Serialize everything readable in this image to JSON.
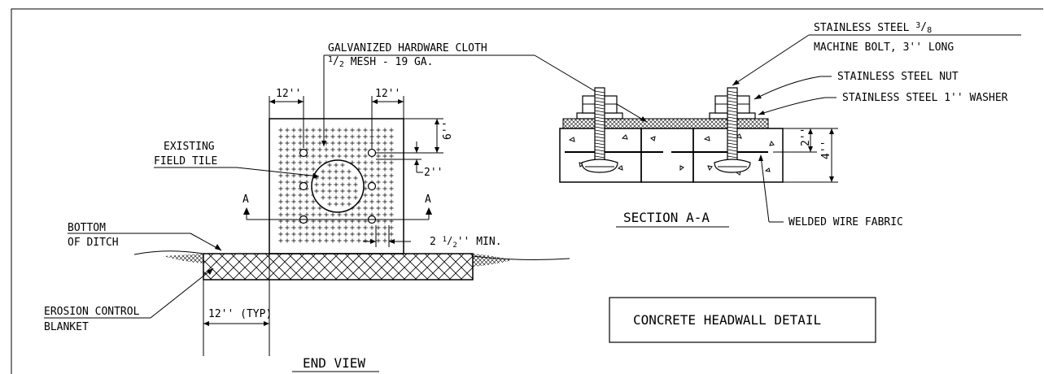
{
  "labels": {
    "galvanized_line1": "GALVANIZED HARDWARE CLOTH",
    "galvanized_line2_rest": "MESH - 19 GA.",
    "existing_line1": "EXISTING",
    "existing_line2": "FIELD TILE",
    "bottom_line1": "BOTTOM",
    "bottom_line2": "OF DITCH",
    "erosion_line1": "EROSION CONTROL",
    "erosion_line2": "BLANKET",
    "dim_12_left": "12''",
    "dim_12_right": "12''",
    "dim_6": "6''",
    "dim_2_end": "2''",
    "dim_2_half_rest": "MIN.",
    "dim_typ": "12'' (TYP)",
    "section_mark": "A",
    "end_view": "END VIEW",
    "bolt_line1": "STAINLESS STEEL",
    "bolt_line2": "MACHINE BOLT, 3'' LONG",
    "nut": "STAINLESS STEEL NUT",
    "washer": "STAINLESS STEEL 1'' WASHER",
    "dim_2_section": "2''",
    "dim_4_section": "4''",
    "section_title": "SECTION A-A",
    "welded": "WELDED WIRE FABRIC",
    "detail_title": "CONCRETE HEADWALL DETAIL"
  }
}
